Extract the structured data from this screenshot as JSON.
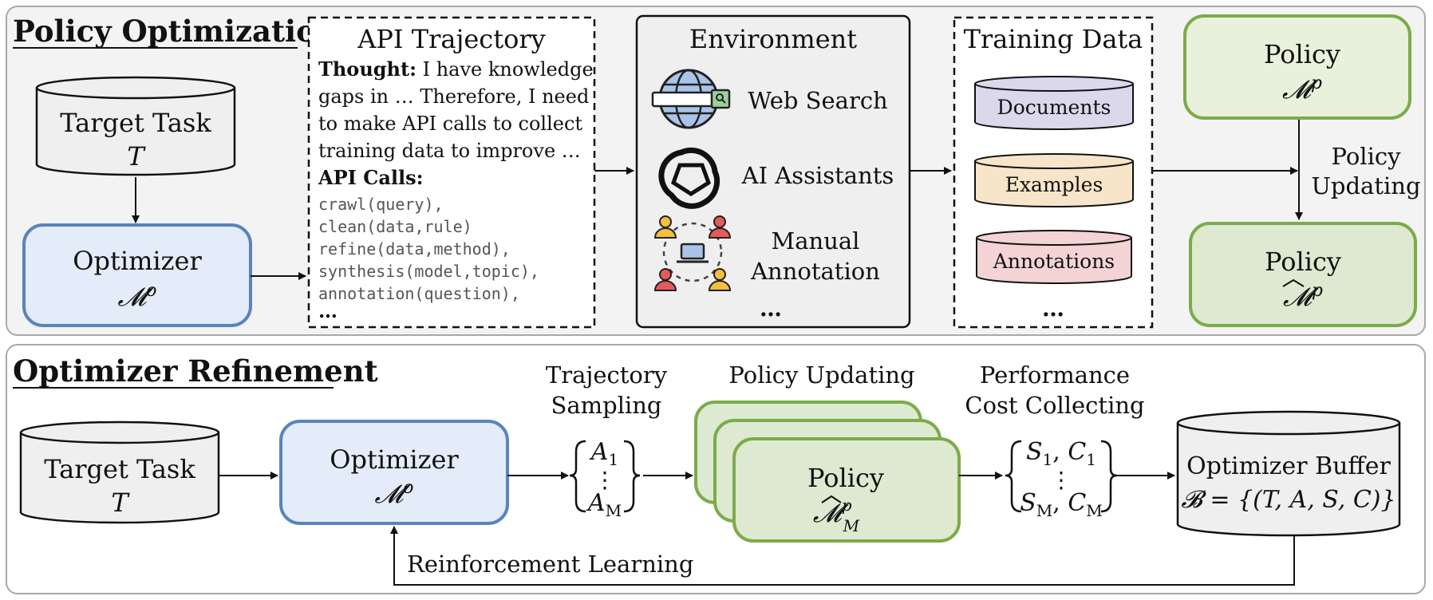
{
  "top": {
    "title": "Policy Optimization",
    "target_task": {
      "label": "Target Task",
      "symbol": "T"
    },
    "optimizer": {
      "label": "Optimizer",
      "symbol_base": "𝓜",
      "symbol_sup": "o"
    },
    "trajectory": {
      "title": "API Trajectory",
      "thought_label": "Thought:",
      "thought_lines": [
        " I have knowledge",
        "gaps in … Therefore, I need",
        "to make API calls to collect",
        "training data to improve …"
      ],
      "calls_label": "API Calls:",
      "calls": [
        "crawl(query),",
        "clean(data,rule)",
        "refine(data,method),",
        "synthesis(model,topic),",
        "annotation(question),"
      ],
      "more": "…"
    },
    "environment": {
      "title": "Environment",
      "items": [
        "Web Search",
        "AI Assistants",
        "Manual",
        "Annotation"
      ],
      "more": "…",
      "icons": [
        "web-search-icon",
        "ai-assistant-icon",
        "manual-annotation-icon"
      ]
    },
    "training_data": {
      "title": "Training Data",
      "items": [
        "Documents",
        "Examples",
        "Annotations"
      ],
      "colors": [
        "#dcd8ec",
        "#f7e5c9",
        "#f4d3d5"
      ],
      "more": "…"
    },
    "policy": {
      "label": "Policy",
      "symbol_base": "𝓜",
      "symbol_sup": "p"
    },
    "policy_updated": {
      "label": "Policy",
      "symbol_base": "𝓜",
      "symbol_sup": "p"
    },
    "policy_updating": [
      "Policy",
      "Updating"
    ]
  },
  "bottom": {
    "title": "Optimizer Refinement",
    "target_task": {
      "label": "Target Task",
      "symbol": "T"
    },
    "optimizer": {
      "label": "Optimizer",
      "symbol_base": "𝓜",
      "symbol_sup": "o"
    },
    "trajectory_sampling": [
      "Trajectory",
      "Sampling"
    ],
    "samples": {
      "first": "A",
      "first_sub": "1",
      "dots": "⋮",
      "last": "A",
      "last_sub": "M"
    },
    "policy_updating": "Policy Updating",
    "policy": {
      "label": "Policy",
      "symbol_base": "𝓜",
      "symbol_sup": "p",
      "symbol_sub": "M"
    },
    "performance": [
      "Performance",
      "Cost Collecting"
    ],
    "scores": {
      "s1": "S",
      "s1_sub": "1",
      "c1": "C",
      "c1_sub": "1",
      "dots": "⋮",
      "sm": "S",
      "sm_sub": "M",
      "cm": "C",
      "cm_sub": "M"
    },
    "buffer": {
      "label": "Optimizer Buffer",
      "formula": "𝓑 = {(T, A, S, C)}"
    },
    "reinforcement": "Reinforcement Learning"
  },
  "colors": {
    "panel_bg": "#f3f3f3",
    "panel_border": "#a9a9a9",
    "optimizer_fill": "#e3ecf8",
    "optimizer_border": "#5b83bd",
    "policy_fill_light": "#e7f1dc",
    "policy_fill": "#dde9d0",
    "policy_border": "#7cab4a",
    "cylinder_fill": "#efefef"
  }
}
